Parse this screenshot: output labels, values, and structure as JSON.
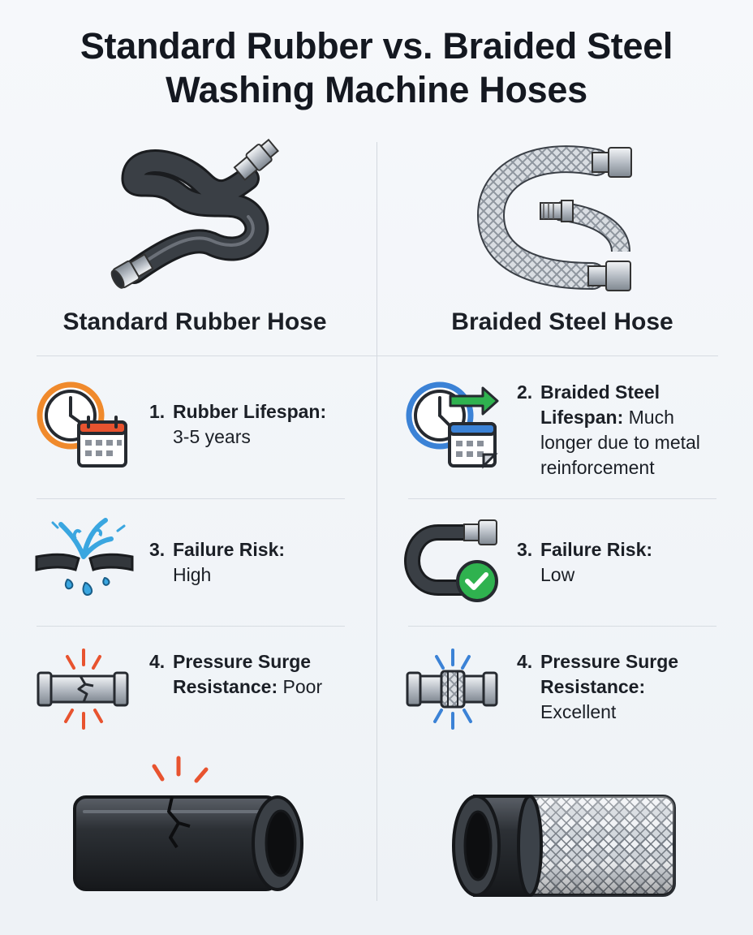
{
  "title": {
    "line1": "Standard Rubber vs. Braided Steel",
    "line2": "Washing Machine Hoses"
  },
  "left": {
    "heading": "Standard Rubber Hose",
    "features": [
      {
        "num": "1.",
        "label": "Rubber Lifespan:",
        "value": "3-5 years",
        "icon": "clock-calendar-icon"
      },
      {
        "num": "3.",
        "label": "Failure Risk:",
        "value": "High",
        "icon": "burst-hose-icon"
      },
      {
        "num": "4.",
        "label": "Pressure Surge",
        "label2": "Resistance:",
        "value": "Poor",
        "icon": "cracked-pipe-icon"
      }
    ]
  },
  "right": {
    "heading": "Braided Steel Hose",
    "features": [
      {
        "num": "2.",
        "label": "Braided Steel",
        "label2": "Lifespan:",
        "value": "Much",
        "value2": "longer due to metal",
        "value3": "reinforcement",
        "icon": "clock-calendar-arrow-icon"
      },
      {
        "num": "3.",
        "label": "Failure Risk:",
        "value": "Low",
        "icon": "hose-check-icon"
      },
      {
        "num": "4.",
        "label": "Pressure Surge",
        "label2": "Resistance:",
        "value": "Excellent",
        "icon": "reinforced-pipe-icon"
      }
    ]
  },
  "colors": {
    "rubber": "#2f3338",
    "steel": "#c9ced5",
    "warning": "#e8532f",
    "ok": "#2fb24f",
    "water": "#3aa6e0",
    "clock_orange": "#f08a2c",
    "clock_blue": "#3b82d6"
  }
}
